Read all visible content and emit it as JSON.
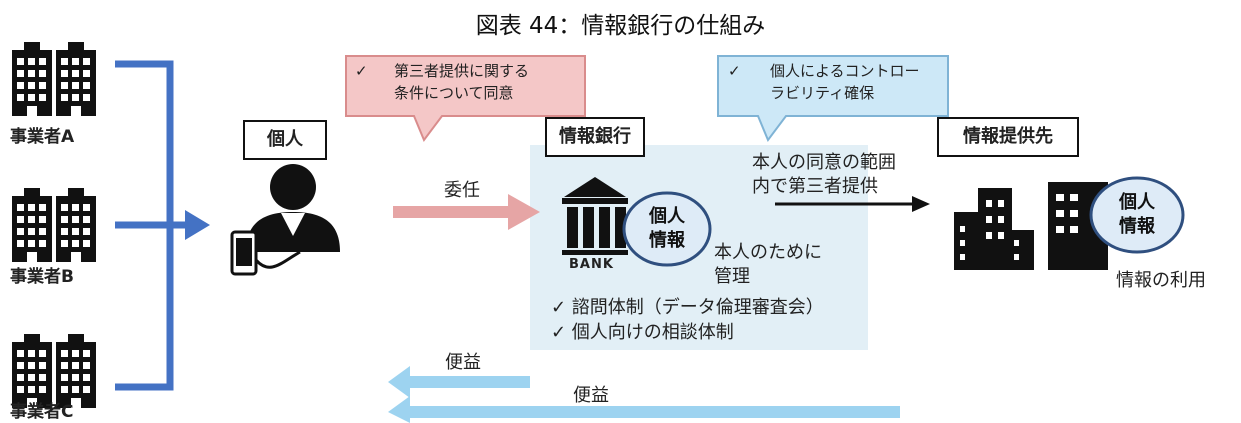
{
  "title": "図表 44：情報銀行の仕組み",
  "companies": [
    {
      "label": "事業者A"
    },
    {
      "label": "事業者B"
    },
    {
      "label": "事業者C"
    }
  ],
  "nodes": {
    "individual": "個人",
    "info_bank": "情報銀行",
    "info_recipient": "情報提供先"
  },
  "callouts": {
    "left": {
      "check": "✓",
      "line1": "第三者提供に関する",
      "line2": "条件について同意"
    },
    "right": {
      "check": "✓",
      "line1": "個人によるコントロー",
      "line2": "ラビリティ確保"
    }
  },
  "labels": {
    "delegation": "委任",
    "scope_line1": "本人の同意の範囲",
    "scope_line2": "内で第三者提供",
    "manage_line1": "本人のために",
    "manage_line2": "管理",
    "bank_text": "BANK",
    "personal_info_line1": "個人",
    "personal_info_line2": "情報",
    "recipient_info_line1": "個人",
    "recipient_info_line2": "情報",
    "use_of_info": "情報の利用",
    "bullet1": "✓ 諮問体制（データ倫理審査会）",
    "bullet2": "✓ 個人向けの相談体制",
    "benefit_1": "便益",
    "benefit_2": "便益"
  },
  "colors": {
    "blue_arrow": "#4472C4",
    "pink_arrow": "#E6A5A5",
    "light_blue_arrow": "#9DD3F0",
    "pink_callout_fill": "#F4C7C7",
    "pink_callout_stroke": "#D98C8C",
    "blue_callout_fill": "#CDE8F7",
    "blue_callout_stroke": "#7FB3D5",
    "bank_area": "#E2EFF6",
    "oval_fill": "#DEEBF7",
    "oval_stroke": "#2F4F7F"
  }
}
